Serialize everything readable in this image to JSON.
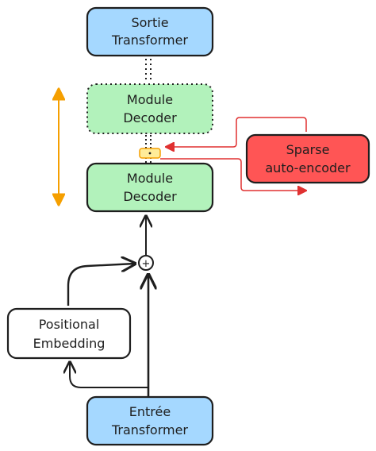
{
  "nodes": {
    "sortie": {
      "line1": "Sortie",
      "line2": "Transformer",
      "fill": "#a5d8ff"
    },
    "module_top": {
      "line1": "Module",
      "line2": "Decoder",
      "fill": "#b2f2bb"
    },
    "module_bottom": {
      "line1": "Module",
      "line2": "Decoder",
      "fill": "#b2f2bb"
    },
    "sparse": {
      "line1": "Sparse",
      "line2": "auto-encoder",
      "fill": "#ff5555"
    },
    "positional": {
      "line1": "Positional",
      "line2": "Embedding",
      "fill": "#ffffff"
    },
    "entree": {
      "line1": "Entrée",
      "line2": "Transformer",
      "fill": "#a5d8ff"
    }
  },
  "add_symbol": "+",
  "colors": {
    "stroke": "#1e1e1e",
    "orange": "#f59f00",
    "red": "#e03131",
    "hook_fill": "#ffec99"
  }
}
